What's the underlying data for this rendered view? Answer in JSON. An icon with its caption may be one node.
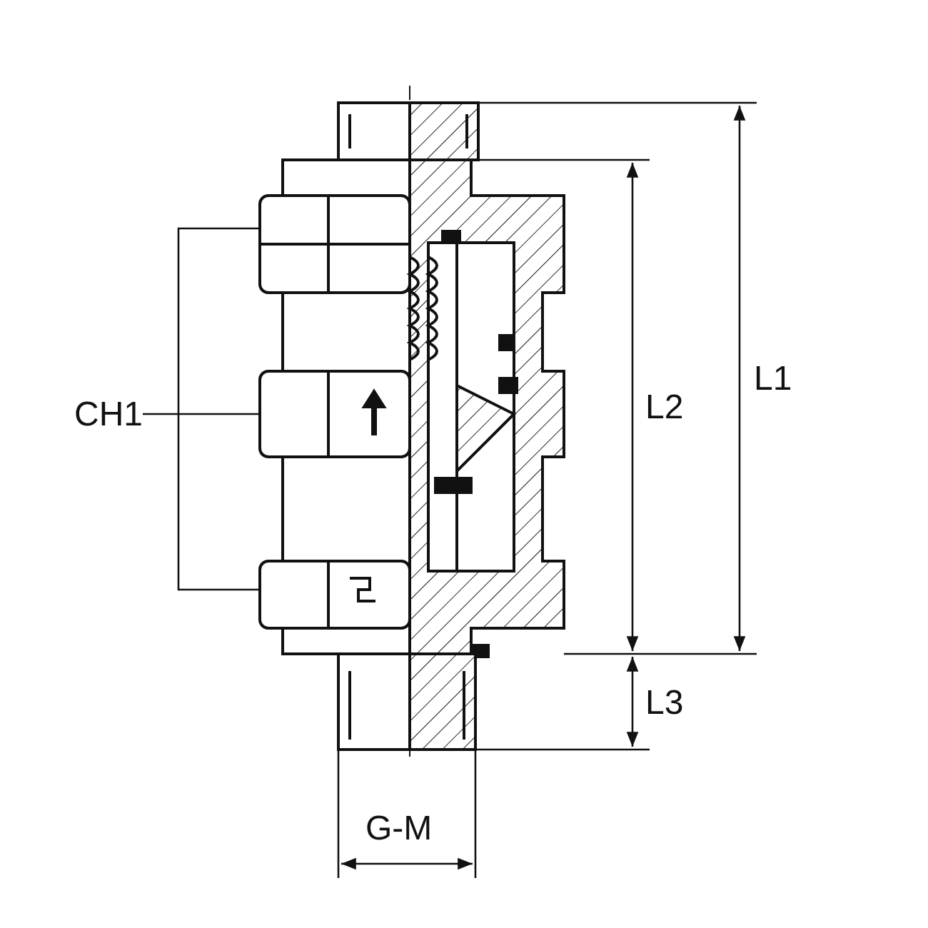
{
  "diagram": {
    "labels": [
      "CH1",
      "L2",
      "L1",
      "L3",
      "G-M"
    ]
  }
}
